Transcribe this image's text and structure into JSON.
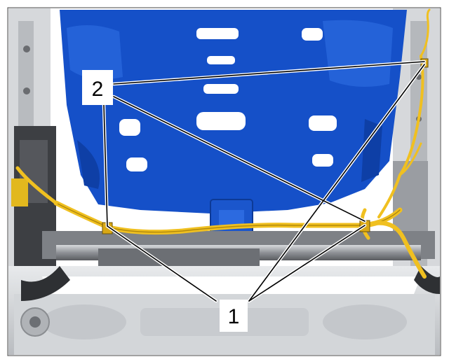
{
  "figure": {
    "callouts": [
      {
        "id": "callout-1",
        "label": "1"
      },
      {
        "id": "callout-2",
        "label": "2"
      }
    ]
  },
  "colors": {
    "seat_foam": "#1550c8",
    "harness": "#f0c020",
    "frame_gray": "#c9ccd0",
    "frame_dark": "#3a3c40",
    "background": "#ffffff"
  }
}
